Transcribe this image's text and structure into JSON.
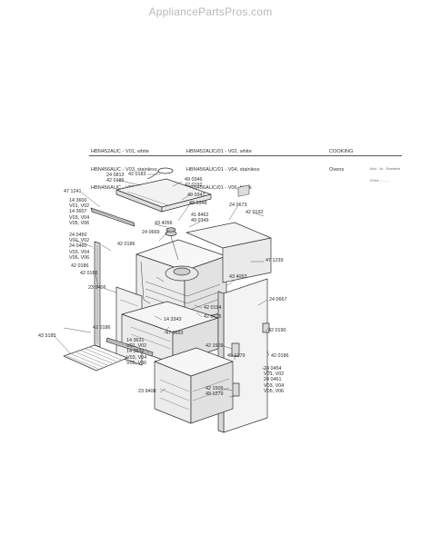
{
  "watermark": "AppliancePartsPros.com",
  "header": {
    "models_col1": [
      "HBN452AUC - V01, white",
      "HBN456AUC - V03, stainless",
      "HBN456AUC - V05, black"
    ],
    "models_col2": [
      "HBN452AUC/01 - V02, white",
      "HBN456AUC/01 - V04, stainless",
      "HBN456AUC/01 - V06, black"
    ],
    "category": [
      "COOKING",
      "Ovens"
    ],
    "corner_note": [
      "Mod. - Nr. - Rowdenia",
      "07/eni - - - - - -"
    ]
  },
  "labels": [
    {
      "id": "l1",
      "lines": [
        "24 0813",
        "42 0186"
      ]
    },
    {
      "id": "l2",
      "lines": [
        "42 0183"
      ]
    },
    {
      "id": "l3",
      "lines": [
        "49 0346",
        "42 0192"
      ]
    },
    {
      "id": "l4",
      "lines": [
        "47 1241"
      ]
    },
    {
      "id": "l5",
      "lines": [
        "14 3600",
        "V01, V02",
        "14 3607",
        "V03, V04",
        "V05, V06"
      ]
    },
    {
      "id": "l6",
      "lines": [
        "49 0347"
      ]
    },
    {
      "id": "l7",
      "lines": [
        "49 0348"
      ]
    },
    {
      "id": "l8",
      "lines": [
        "24 0673"
      ]
    },
    {
      "id": "l9",
      "lines": [
        "42 0192"
      ]
    },
    {
      "id": "l10",
      "lines": [
        "43 4056"
      ]
    },
    {
      "id": "l11",
      "lines": [
        "41 8462",
        "49 0349"
      ]
    },
    {
      "id": "l12",
      "lines": [
        "24 0669"
      ]
    },
    {
      "id": "l13",
      "lines": [
        "24 0450",
        "V01, V02",
        "24 0460",
        "V03, V04",
        "V05, V06"
      ]
    },
    {
      "id": "l14",
      "lines": [
        "42 0186"
      ]
    },
    {
      "id": "l15",
      "lines": [
        "47 1239"
      ]
    },
    {
      "id": "l16",
      "lines": [
        "42 0186"
      ]
    },
    {
      "id": "l17",
      "lines": [
        "42 0186"
      ]
    },
    {
      "id": "l18",
      "lines": [
        "43 4053"
      ]
    },
    {
      "id": "l19",
      "lines": [
        "23 9406"
      ]
    },
    {
      "id": "l20",
      "lines": [
        "24 0667"
      ]
    },
    {
      "id": "l21",
      "lines": [
        "42 0194"
      ]
    },
    {
      "id": "l22",
      "lines": [
        "42 0195"
      ]
    },
    {
      "id": "l23",
      "lines": [
        "14 3343"
      ]
    },
    {
      "id": "l24",
      "lines": [
        "42 0190"
      ]
    },
    {
      "id": "l25",
      "lines": [
        "42 0186"
      ]
    },
    {
      "id": "l26",
      "lines": [
        "47 0693"
      ]
    },
    {
      "id": "l27",
      "lines": [
        "43 5185"
      ]
    },
    {
      "id": "l28",
      "lines": [
        "14 3631",
        "V01, V02",
        "14 3632",
        "V03, V04",
        "V05, V06"
      ]
    },
    {
      "id": "l29",
      "lines": [
        "42 1509"
      ]
    },
    {
      "id": "l30",
      "lines": [
        "49 1279"
      ]
    },
    {
      "id": "l31",
      "lines": [
        "42 0186"
      ]
    },
    {
      "id": "l32",
      "lines": [
        "24 0454",
        "V01, V02",
        "24 0461",
        "V03, V04",
        "V05, V06"
      ]
    },
    {
      "id": "l33",
      "lines": [
        "23 9408"
      ]
    },
    {
      "id": "l34",
      "lines": [
        "42 1509",
        "49 1279"
      ]
    }
  ]
}
